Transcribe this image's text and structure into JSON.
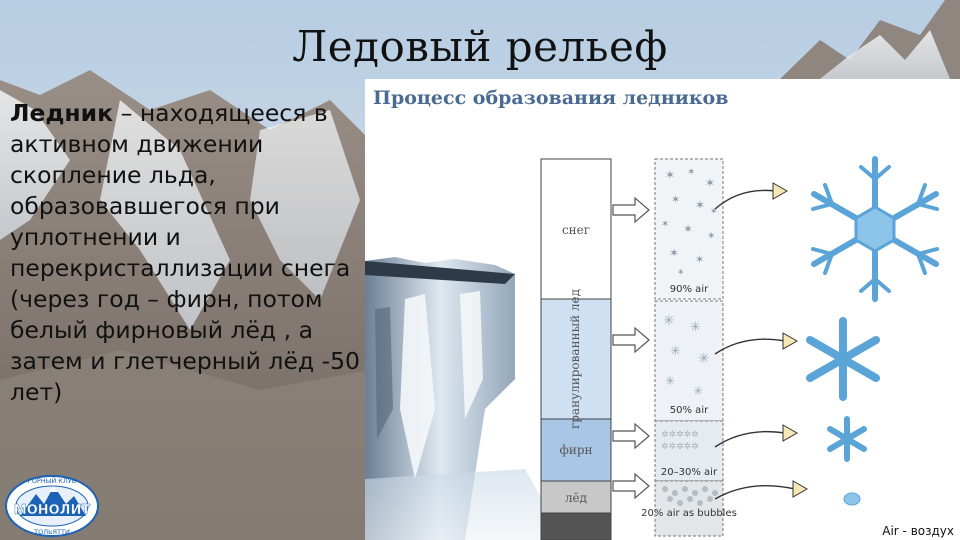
{
  "slide": {
    "title": "Ледовый рельеф",
    "definition": {
      "term": "Ледник",
      "dash": " –",
      "body": "находящееся в активном движении скопление льда, образовавшегося при уплотнении и перекристаллизации снега (через год – фирн, потом белый фирновый лёд , а затем и глетчерный лёд -50 лет)"
    }
  },
  "diagram": {
    "title": "Процесс образования ледников",
    "layers": [
      {
        "label": "снег",
        "air": "90% air"
      },
      {
        "label": "гранулированный лед",
        "air": "50% air"
      },
      {
        "label": "фирн",
        "air": "20–30% air"
      },
      {
        "label": "лёд",
        "air": "20% air as bubbles"
      }
    ],
    "air_note": "Air - воздух"
  },
  "logo": {
    "text_top": "ГОРНЫЙ КЛУБ",
    "name": "МОНОЛИТ",
    "text_bottom": "ТОЛЬЯТТИ"
  },
  "colors": {
    "diagram_title": "#4a6a92",
    "snowflake": "#5aa4d8",
    "column_blue": "#cfe0f2"
  }
}
